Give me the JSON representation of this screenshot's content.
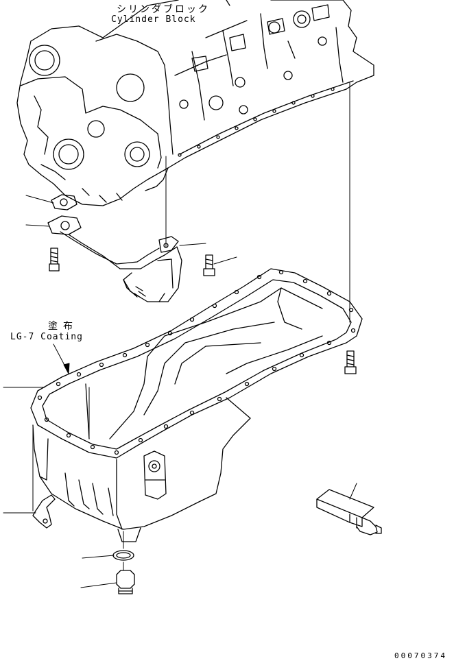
{
  "labels": {
    "cylinder_block_jp": "シリンダブロック",
    "cylinder_block_en": "Cylinder Block",
    "coating_jp": "塗布",
    "coating_en": "LG-7 Coating",
    "figure_number": "00070374"
  },
  "colors": {
    "line": "#000000",
    "background": "#ffffff"
  }
}
